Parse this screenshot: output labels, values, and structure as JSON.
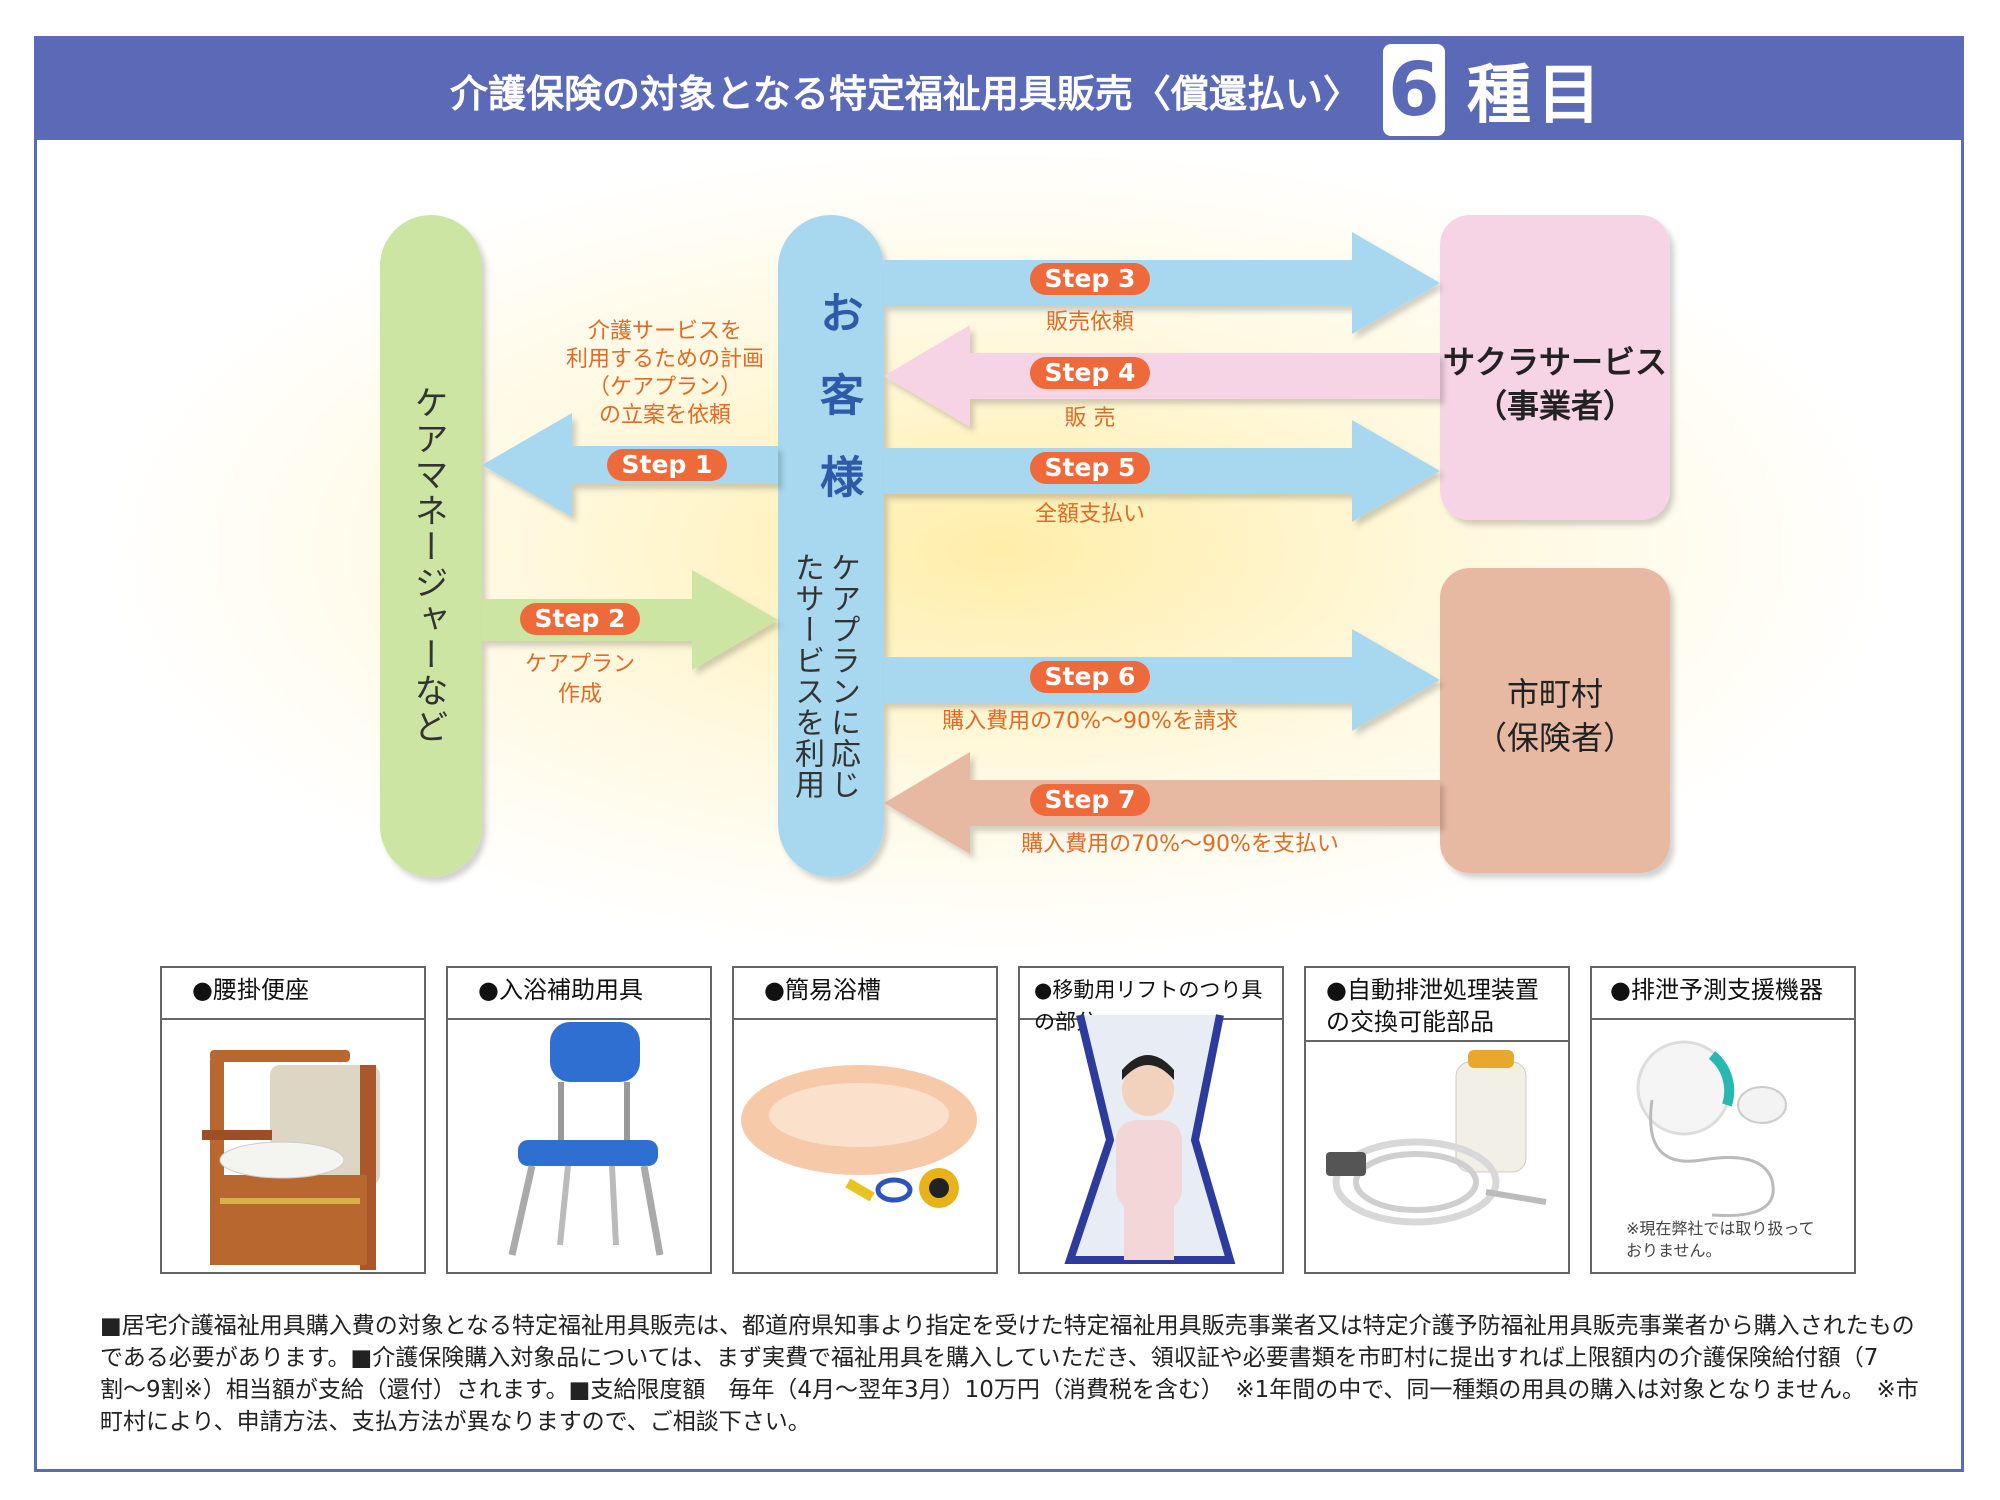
{
  "header": {
    "title": "介護保険の対象となる特定福祉用具販売〈償還払い〉",
    "number": "6",
    "suffix": "種目"
  },
  "flow": {
    "care_manager": "ケアマネージャーなど",
    "customer_title": "お客様",
    "customer_sub": "ケアプランに応じたサービスを利用",
    "provider": [
      "サクラサービス",
      "（事業者）"
    ],
    "municipality": [
      "市町村",
      "（保険者）"
    ],
    "steps": {
      "s1": {
        "label": "Step 1",
        "text": "介護サービスを\n利用するための計画\n（ケアプラン）\nの立案を依頼"
      },
      "s2": {
        "label": "Step 2",
        "text": "ケアプラン\n作成"
      },
      "s3": {
        "label": "Step 3",
        "text": "販売依頼"
      },
      "s4": {
        "label": "Step 4",
        "text": "販 売"
      },
      "s5": {
        "label": "Step 5",
        "text": "全額支払い"
      },
      "s6": {
        "label": "Step 6",
        "text": "購入費用の70%〜90%を請求"
      },
      "s7": {
        "label": "Step 7",
        "text": "購入費用の70%〜90%を支払い"
      }
    },
    "colors": {
      "blue": "#a7d8f0",
      "green": "#cde5a2",
      "pink": "#f7d3e6",
      "salmon": "#e7b9a3",
      "orange": "#ee6a3a",
      "header": "#5b6ab6"
    }
  },
  "products": [
    {
      "title": "●腰掛便座",
      "icon": "commode-chair"
    },
    {
      "title": "●入浴補助用具",
      "icon": "shower-chair"
    },
    {
      "title": "●簡易浴槽",
      "icon": "inflatable-tub"
    },
    {
      "title": "●移動用リフトのつり具の部分",
      "icon": "lift-sling"
    },
    {
      "title": "●自動排泄処理装置\nの交換可能部品",
      "icon": "excretion-device-parts"
    },
    {
      "title": "●排泄予測支援機器",
      "icon": "excretion-predictor",
      "note": "※現在弊社では取り扱って\nおりません。"
    }
  ],
  "notes": "■居宅介護福祉用具購入費の対象となる特定福祉用具販売は、都道府県知事より指定を受けた特定福祉用具販売事業者又は特定介護予防福祉用具販売事業者から購入されたものである必要があります。■介護保険購入対象品については、まず実費で福祉用具を購入していただき、領収証や必要書類を市町村に提出すれば上限額内の介護保険給付額（7割〜9割※）相当額が支給（還付）されます。■支給限度額　毎年（4月〜翌年3月）10万円（消費税を含む）　※1年間の中で、同一種類の用具の購入は対象となりません。　※市町村により、申請方法、支払方法が異なりますので、ご相談下さい。"
}
